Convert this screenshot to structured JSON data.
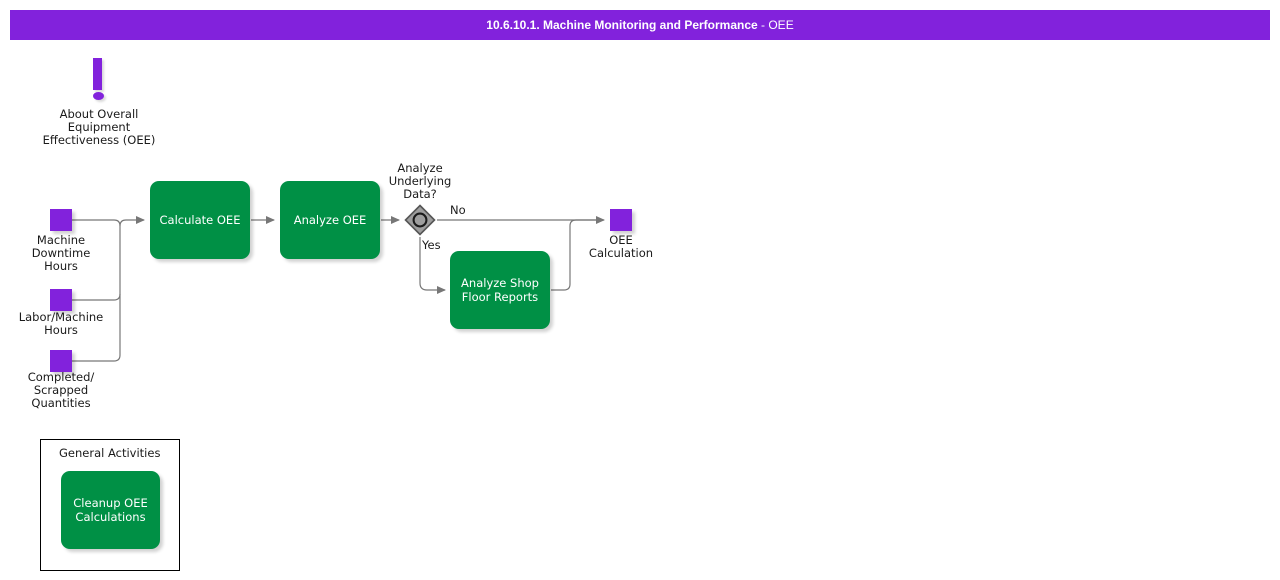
{
  "title": {
    "prefix": "10.6.10.1. Machine Monitoring and Performance",
    "suffix": " - OEE",
    "full": "10.6.10.1. Machine Monitoring and Performance - OEE"
  },
  "colors": {
    "title_bar": "#8222dc",
    "task_green": "#009045",
    "data_purple": "#8222dc",
    "gateway_fill": "#9e9e9e",
    "gateway_border": "#555555",
    "connector": "#777777",
    "text": "#1a1a1a"
  },
  "annotation": {
    "icon": "exclamation-icon",
    "label": "About Overall\nEquipment\nEffectiveness (OEE)"
  },
  "data_objects": [
    {
      "id": "machine-downtime-hours",
      "label": "Machine\nDowntime\nHours"
    },
    {
      "id": "labor-machine-hours",
      "label": "Labor/Machine\nHours"
    },
    {
      "id": "completed-scrapped-quantities",
      "label": "Completed/\nScrapped\nQuantities"
    },
    {
      "id": "oee-calculation",
      "label": "OEE\nCalculation"
    }
  ],
  "tasks": [
    {
      "id": "calculate-oee",
      "label": "Calculate OEE"
    },
    {
      "id": "analyze-oee",
      "label": "Analyze OEE"
    },
    {
      "id": "analyze-shop-floor-reports",
      "label": "Analyze Shop\nFloor Reports"
    },
    {
      "id": "cleanup-oee-calculations",
      "label": "Cleanup OEE\nCalculations"
    }
  ],
  "gateway": {
    "id": "analyze-underlying-data-gateway",
    "label": "Analyze\nUnderlying\nData?",
    "type": "event-based-gateway"
  },
  "flows": [
    {
      "id": "flow-no",
      "label": "No"
    },
    {
      "id": "flow-yes",
      "label": "Yes"
    }
  ],
  "group": {
    "id": "general-activities-group",
    "title": "General Activities"
  }
}
